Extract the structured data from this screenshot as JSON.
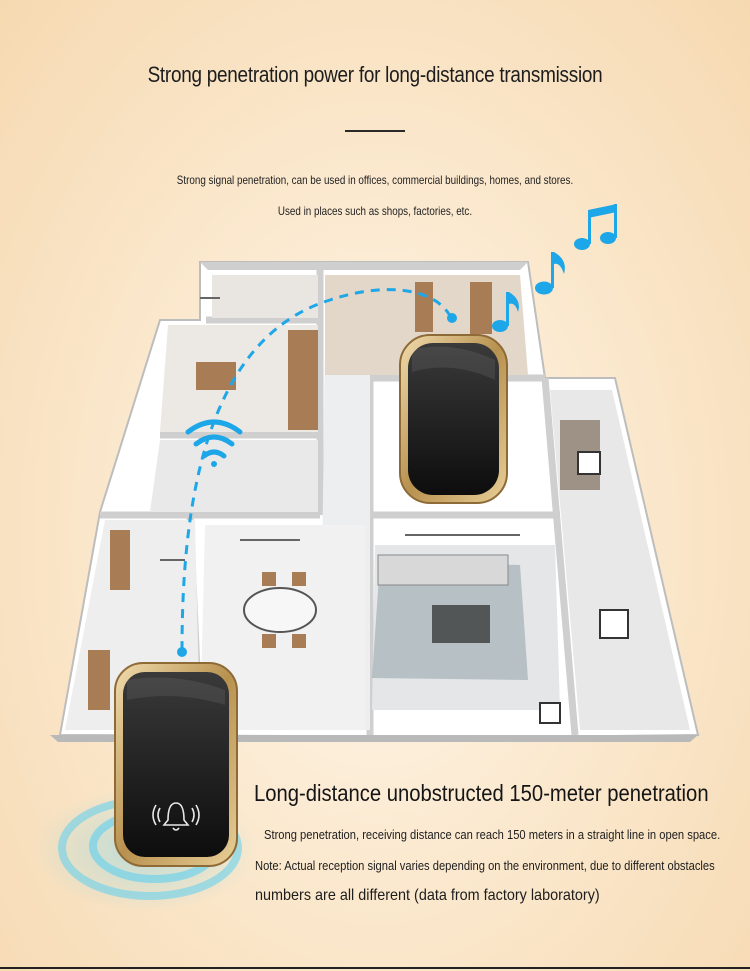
{
  "heading": "Strong penetration power for long-distance transmission",
  "subtitle_1": "Strong signal penetration, can be used in offices, commercial buildings, homes, and stores.",
  "subtitle_2": "Used in places such as shops, factories, etc.",
  "section_title": "Long-distance unobstructed 150-meter penetration",
  "body_1": "Strong penetration, receiving distance can reach 150 meters in a straight line in open space.",
  "body_2": "Note: Actual reception signal varies depending on the environment, due to different obstacles",
  "body_3": "numbers are all different (data from factory laboratory)",
  "icons": [
    "wifi-signal-icon",
    "music-note-icon",
    "bell-icon",
    "signal-wave-icon"
  ],
  "colors": {
    "accent_blue": "#1ea7e8",
    "gold": "#c9a66b",
    "background": "#f8e2c2"
  }
}
